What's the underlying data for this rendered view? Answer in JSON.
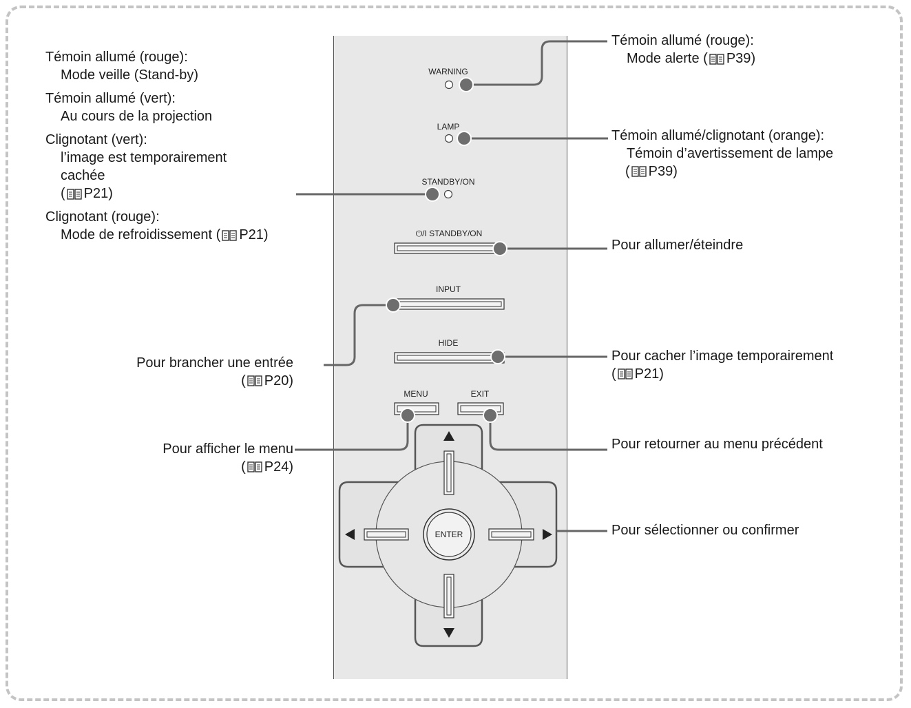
{
  "panel_labels": {
    "warning": "WARNING",
    "lamp": "LAMP",
    "standby_on": "STANDBY/ON",
    "power_button": "⏻/I  STANDBY/ON",
    "input": "INPUT",
    "hide": "HIDE",
    "menu": "MENU",
    "exit": "EXIT",
    "enter": "ENTER"
  },
  "left_annotations": {
    "standby_heading1": "Témoin allumé (rouge):",
    "standby_desc1": "Mode veille (Stand-by)",
    "standby_heading2": "Témoin allumé (vert):",
    "standby_desc2": "Au cours de la projection",
    "standby_heading3": "Clignotant (vert):",
    "standby_desc3a": "l’image est temporairement",
    "standby_desc3b": "cachée",
    "standby_ref3": "P21",
    "standby_heading4": "Clignotant (rouge):",
    "standby_desc4": "Mode de refroidissement (",
    "standby_ref4": "P21",
    "input_text": "Pour brancher une entrée",
    "input_ref": "P20",
    "menu_text": "Pour afficher le menu",
    "menu_ref": "P24"
  },
  "right_annotations": {
    "warning_heading": "Témoin allumé (rouge):",
    "warning_desc": "Mode alerte (",
    "warning_ref": "P39",
    "lamp_heading": "Témoin allumé/clignotant (orange):",
    "lamp_desc": "Témoin d’avertissement de lampe",
    "lamp_ref": "P39",
    "power_text": "Pour allumer/éteindre",
    "hide_text": "Pour cacher l’image temporairement",
    "hide_ref": "P21",
    "exit_text": "Pour retourner au menu précédent",
    "dpad_text": "Pour sélectionner ou confirmer"
  },
  "colors": {
    "leader": "#666666",
    "dot": "#6e6e6e",
    "panel": "#e8e8e8",
    "frame": "#c4c4c4"
  }
}
